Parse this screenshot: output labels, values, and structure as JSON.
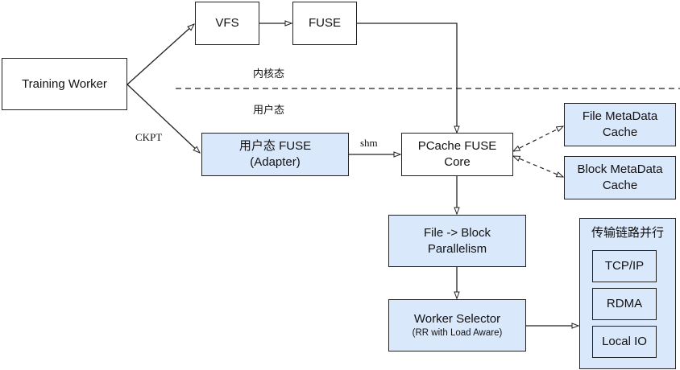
{
  "nodes": {
    "training_worker": "Training Worker",
    "vfs": "VFS",
    "fuse": "FUSE",
    "user_fuse": {
      "line1": "用户态 FUSE",
      "line2": "(Adapter)"
    },
    "pcache_core": {
      "line1": "PCache FUSE",
      "line2": "Core"
    },
    "file_meta": {
      "line1": "File MetaData",
      "line2": "Cache"
    },
    "block_meta": {
      "line1": "Block MetaData",
      "line2": "Cache"
    },
    "file_block": {
      "line1": "File -> Block",
      "line2": "Parallelism"
    },
    "worker_selector": {
      "line1": "Worker Selector",
      "line2": "(RR with Load Aware)"
    },
    "transport_group": {
      "title": "传输链路并行",
      "items": [
        "TCP/IP",
        "RDMA",
        "Local IO"
      ]
    }
  },
  "labels": {
    "kernel_mode": "内核态",
    "user_mode": "用户态",
    "ckpt": "CKPT",
    "shm": "shm"
  },
  "colors": {
    "fill_highlight": "#dae8fc",
    "stroke": "#222222"
  }
}
